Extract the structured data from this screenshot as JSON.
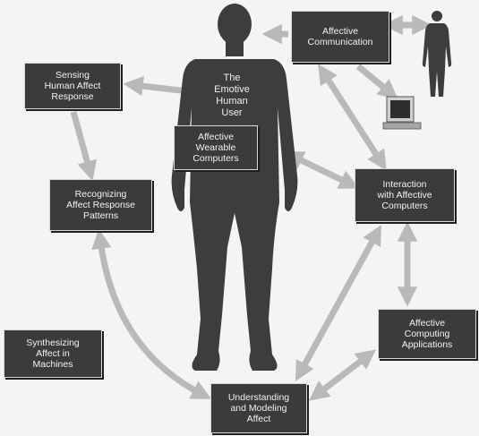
{
  "diagram": {
    "user_label": "The\nEmotive\nHuman\nUser",
    "nodes": {
      "affective_communication": "Affective\nCommunication",
      "sensing": "Sensing\nHuman Affect\nResponse",
      "wearable": "Affective\nWearable\nComputers",
      "recognizing": "Recognizing\nAffect Response\nPatterns",
      "interaction": "Interaction\nwith Affective\nComputers",
      "applications": "Affective\nComputing\nApplications",
      "synthesizing": "Synthesizing\nAffect in\nMachines",
      "understanding": "Understanding\nand Modeling\nAffect"
    },
    "icons": [
      "human-figure-icon",
      "small-person-icon",
      "computer-icon"
    ],
    "colors": {
      "background": "#f4f4f4",
      "figure": "#3d3d3d",
      "box": "#3b3b3b",
      "box_text": "#f2f2f2",
      "arrow": "#b9b9b9"
    }
  }
}
